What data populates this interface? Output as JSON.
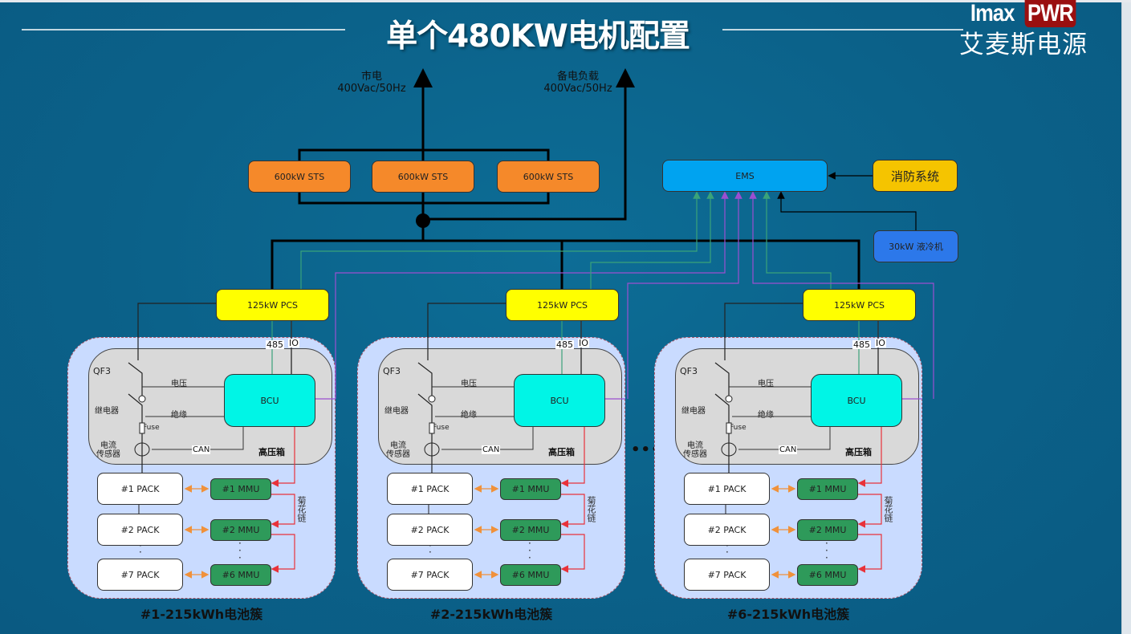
{
  "title": "单个480KW电机配置",
  "logo": {
    "brand_a": "Imax",
    "brand_b": "PWR",
    "chinese": "艾麦斯电源",
    "brand_color": "#9a0f10"
  },
  "outputs": [
    {
      "name": "市电",
      "spec": "400Vac/50Hz"
    },
    {
      "name": "备电负载",
      "spec": "400Vac/50Hz"
    }
  ],
  "sts": [
    "600kW STS",
    "600kW STS",
    "600kW STS"
  ],
  "ems": {
    "label": "EMS"
  },
  "fire_system": {
    "label": "消防系统"
  },
  "cooler": {
    "label": "30kW 液冷机"
  },
  "pcs_label": "125kW PCS",
  "clusters": [
    {
      "title": "#1-215kWh电池簇"
    },
    {
      "title": "#2-215kWh电池簇"
    },
    {
      "title": "#6-215kWh电池簇"
    }
  ],
  "cluster_ellipsis": "•••",
  "cluster_parts": {
    "tag_485": "485",
    "tag_io": "IO",
    "qf3": "QF3",
    "voltage": "电压",
    "relay": "继电器",
    "insulation": "绝缘",
    "fuse": "Fuse",
    "current_sensor_1": "电流",
    "current_sensor_2": "传感器",
    "can": "CAN",
    "hv_box": "高压箱",
    "bcu": "BCU",
    "daisy_chain": "菊花链",
    "packs": [
      "#1 PACK",
      "#2 PACK",
      "#7 PACK"
    ],
    "mmus": [
      "#1 MMU",
      "#2 MMU",
      "#6 MMU"
    ]
  },
  "colors": {
    "background": "#0b6189",
    "sts": "#f5892a",
    "ems": "#00a3f0",
    "fire": "#f5c400",
    "cooler": "#2c78ea",
    "pcs": "#ffff00",
    "bcu": "#00f5e6",
    "mmu": "#2e9a5a",
    "signal_485": "#3aa37a",
    "signal_io": "#9b4fd0",
    "daisy": "#e8323a",
    "pack_link": "#f0913a"
  }
}
